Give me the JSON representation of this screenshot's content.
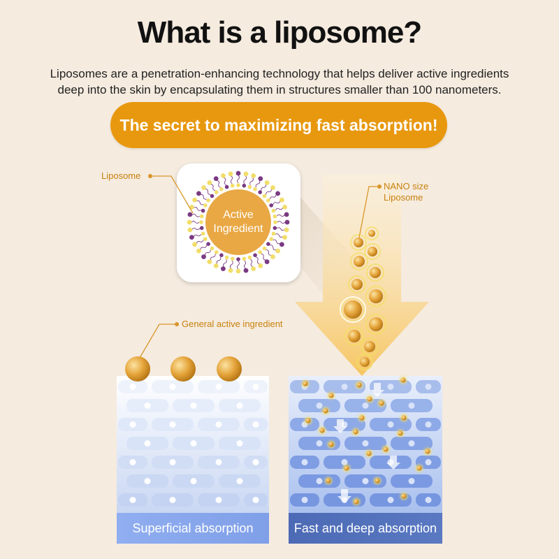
{
  "title": "What is a liposome?",
  "description": {
    "line1": "Liposomes are a penetration-enhancing technology that helps deliver active ingredients",
    "line2": "deep into the skin by encapsulating them in structures smaller than 100 nanometers."
  },
  "highlight": "The secret to maximizing fast absorption!",
  "labels": {
    "liposome": "Liposome",
    "nano_line1": "NANO size",
    "nano_line2": "Liposome",
    "general": "General active ingredient",
    "active_line1": "Active",
    "active_line2": "Ingredient"
  },
  "panels": {
    "left": "Superficial absorption",
    "right": "Fast and deep absorption"
  },
  "colors": {
    "accent": "#e8980f",
    "background": "#f5ebdf",
    "lipid_purple": "#7a3a82",
    "lipid_yellow": "#f1de6a",
    "skin_light": "#d6e2f8",
    "skin_dark": "#7a9ee6"
  }
}
